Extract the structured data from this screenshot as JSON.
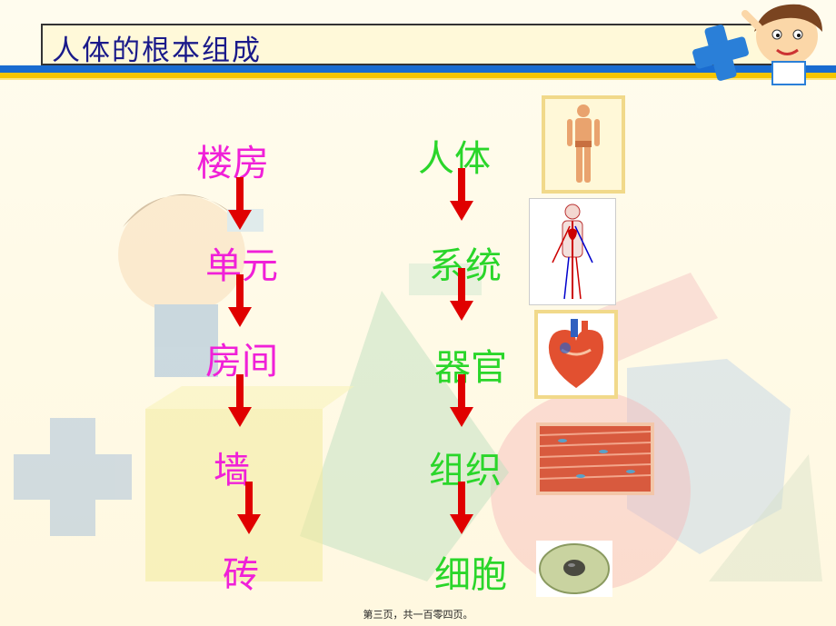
{
  "title": "人体的根本组成",
  "left_column": [
    "楼房",
    "单元",
    "房间",
    "墙",
    "砖"
  ],
  "right_column": [
    "人体",
    "系统",
    "器官",
    "组织",
    "细胞"
  ],
  "footer": "第三页，共一百零四页。",
  "colors": {
    "left_text": "#f020d8",
    "right_text": "#2ad62a",
    "arrow": "#e00000",
    "title_text": "#1a1a8a",
    "stripe_blue": "#1a6cd0",
    "stripe_yellow": "#f7c500"
  },
  "images": [
    "human-body-picture",
    "circulatory-system-picture",
    "heart-picture",
    "muscle-tissue-picture",
    "cell-picture"
  ]
}
